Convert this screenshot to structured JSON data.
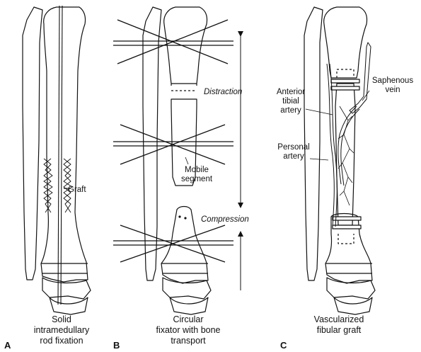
{
  "panels": [
    {
      "letter": "A",
      "caption": [
        "Solid",
        "intramedullary",
        "rod fixation"
      ],
      "labels": {
        "graft": "Graft"
      }
    },
    {
      "letter": "B",
      "caption": [
        "Circular",
        "fixator with bone",
        "transport"
      ],
      "labels": {
        "distraction": "Distraction",
        "mobile_segment": [
          "Mobile",
          "segment"
        ],
        "compression": "Compression"
      }
    },
    {
      "letter": "C",
      "caption": [
        "Vascularized",
        "fibular graft"
      ],
      "labels": {
        "anterior_tibial_artery": [
          "Anterior",
          "tibial",
          "artery"
        ],
        "saphenous_vein": [
          "Saphenous",
          "vein"
        ],
        "personal_artery": [
          "Personal",
          "artery"
        ]
      }
    }
  ]
}
